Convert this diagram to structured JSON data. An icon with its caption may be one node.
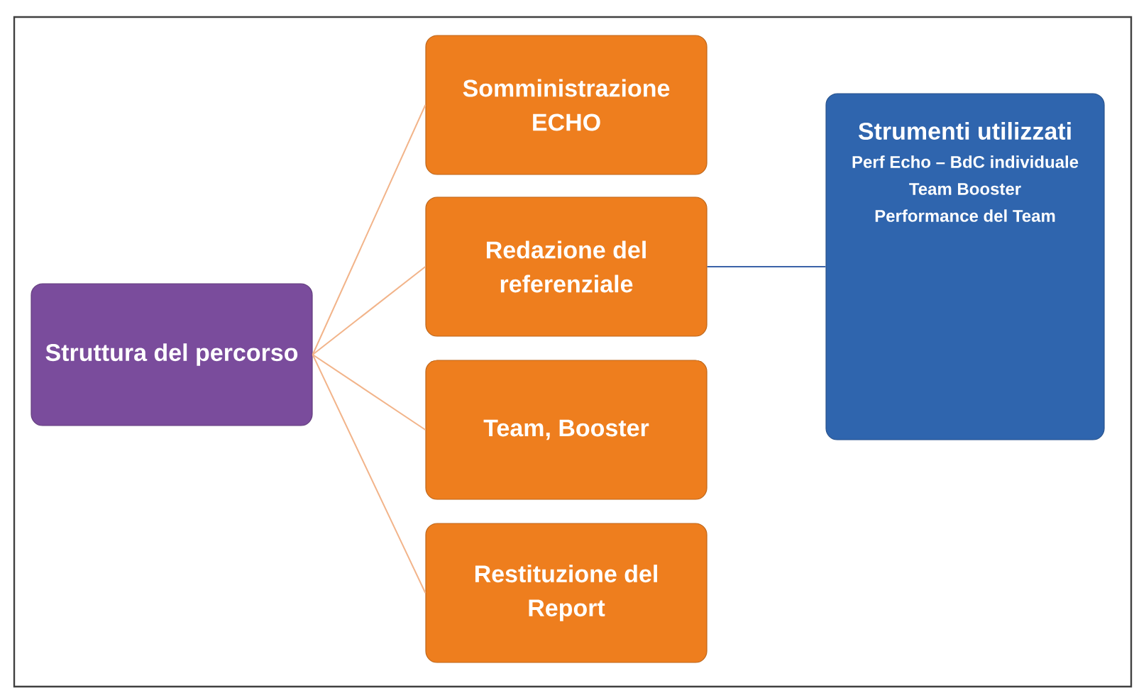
{
  "diagram": {
    "nodes": [
      {
        "text": [
          "Struttura del percorso"
        ]
      },
      {
        "text": [
          "Somministrazione ECHO"
        ]
      },
      {
        "text": [
          "Redazione del referenziale"
        ]
      },
      {
        "text": [
          "Team, Booster"
        ]
      },
      {
        "text": [
          "Restituzione del Report"
        ]
      },
      {
        "text": [
          "Strumenti utilizzati",
          "Perf  Echo – BdC individuale",
          "Team Booster",
          "Performance del Team"
        ]
      }
    ],
    "edges": [
      {
        "from": 0,
        "to": 1,
        "arrow": "none"
      },
      {
        "from": 0,
        "to": 2,
        "arrow": "none"
      },
      {
        "from": 0,
        "to": 3,
        "arrow": "none"
      },
      {
        "from": 0,
        "to": 4,
        "arrow": "none"
      },
      {
        "from": 2,
        "to": 5,
        "arrow": "none",
        "color": "#3b62a8"
      }
    ]
  }
}
